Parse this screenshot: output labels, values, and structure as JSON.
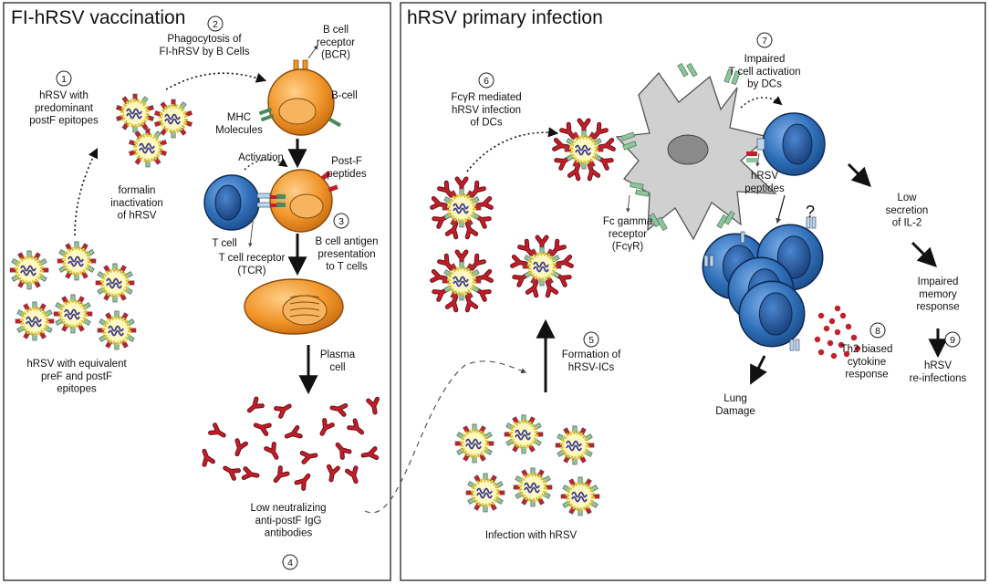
{
  "panels": {
    "left": {
      "title": "FI-hRSV vaccination",
      "labels": {
        "step1": "hRSV with\npredominant\npostF epitopes",
        "step2": "Phagocytosis of\nFI-hRSV by B Cells",
        "bcr": "B cell\nreceptor\n(BCR)",
        "bcell": "B-cell",
        "mhc": "MHC\nMolecules",
        "activation": "Activation",
        "postf": "Post-F\npeptides",
        "formalin": "formalin\ninactivation\nof hRSV",
        "tcell": "T cell",
        "tcr": "T cell receptor\n(TCR)",
        "step3": "B cell antigen\npresentation\nto T cells",
        "plasma": "Plasma\ncell",
        "hrsv_equiv": "hRSV with equivalent\npreF and postF\nepitopes",
        "step4": "Low neutralizing\nanti-postF IgG\nantibodies"
      }
    },
    "right": {
      "title": "hRSV primary infection",
      "labels": {
        "step6": "FcγR mediated\nhRSV infection\nof DCs",
        "step7": "Impaired\nT cell activation\nby DCs",
        "hrsv_peptides": "hRSV\npeptides",
        "question": "?",
        "fc": "Fc gamma\nreceptor\n(FcγR)",
        "low_il2": "Low\nsecretion\nof IL-2",
        "impaired_memory": "Impaired\nmemory\nresponse",
        "step5": "Formation of\nhRSV-ICs",
        "step8": "Th2 biased\ncytokine\nresponse",
        "lung": "Lung\nDamage",
        "step9": "hRSV\nre-infections",
        "infection": "Infection with hRSV"
      }
    }
  },
  "step_numbers": [
    "1",
    "2",
    "3",
    "4",
    "5",
    "6",
    "7",
    "8",
    "9"
  ],
  "colors": {
    "virus_coat": "#d9c73a",
    "virus_spike_green": "#8ec49a",
    "virus_spike_red": "#c41e2a",
    "virus_rna": "#3a3a8c",
    "bcell": "#f0962a",
    "tcell": "#2f6fb8",
    "dc": "#cfcfcf",
    "antibody": "#b0202a",
    "cytokine": "#c0202a"
  }
}
